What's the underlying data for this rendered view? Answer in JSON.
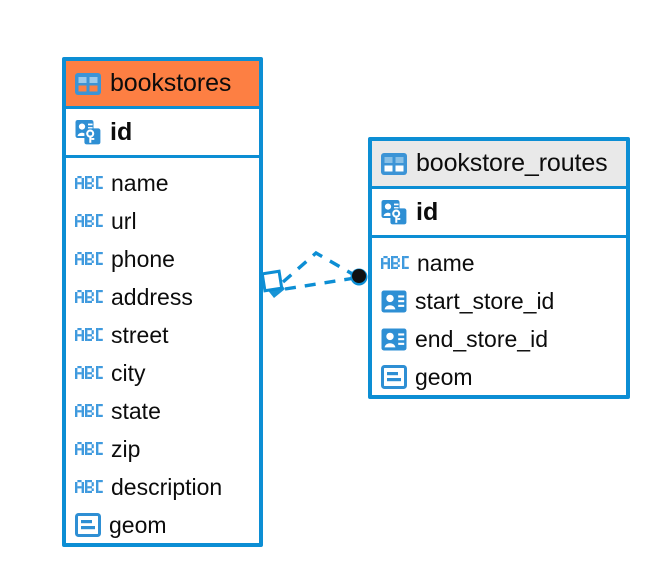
{
  "diagram": {
    "type": "entity-relationship-diagram",
    "background_color": "#ffffff",
    "accent_color": "#0c8ed4",
    "highlight_color": "#fd7f43",
    "entities": [
      {
        "name": "bookstores",
        "header_style": "highlighted",
        "header_color": "#fd7f43",
        "primary_key": {
          "label": "id",
          "icon": "primary-key-icon"
        },
        "fields": [
          {
            "label": "name",
            "icon": "abc-icon",
            "type": "text"
          },
          {
            "label": "url",
            "icon": "abc-icon",
            "type": "text"
          },
          {
            "label": "phone",
            "icon": "abc-icon",
            "type": "text"
          },
          {
            "label": "address",
            "icon": "abc-icon",
            "type": "text"
          },
          {
            "label": "street",
            "icon": "abc-icon",
            "type": "text"
          },
          {
            "label": "city",
            "icon": "abc-icon",
            "type": "text"
          },
          {
            "label": "state",
            "icon": "abc-icon",
            "type": "text"
          },
          {
            "label": "zip",
            "icon": "abc-icon",
            "type": "text"
          },
          {
            "label": "description",
            "icon": "abc-icon",
            "type": "text"
          },
          {
            "label": "geom",
            "icon": "geometry-icon",
            "type": "geometry"
          }
        ]
      },
      {
        "name": "bookstore_routes",
        "header_style": "default",
        "header_color": "#e9e9e9",
        "primary_key": {
          "label": "id",
          "icon": "primary-key-icon"
        },
        "fields": [
          {
            "label": "name",
            "icon": "abc-icon",
            "type": "text"
          },
          {
            "label": "start_store_id",
            "icon": "foreign-key-icon",
            "type": "reference"
          },
          {
            "label": "end_store_id",
            "icon": "foreign-key-icon",
            "type": "reference"
          },
          {
            "label": "geom",
            "icon": "geometry-icon",
            "type": "geometry"
          }
        ]
      }
    ],
    "relationship": {
      "from_entity": "bookstores",
      "to_entity": "bookstore_routes",
      "line_style": "dashed",
      "line_color": "#0c8ed4",
      "source_marker": "diamond-marker",
      "target_marker": "circle-marker"
    }
  }
}
